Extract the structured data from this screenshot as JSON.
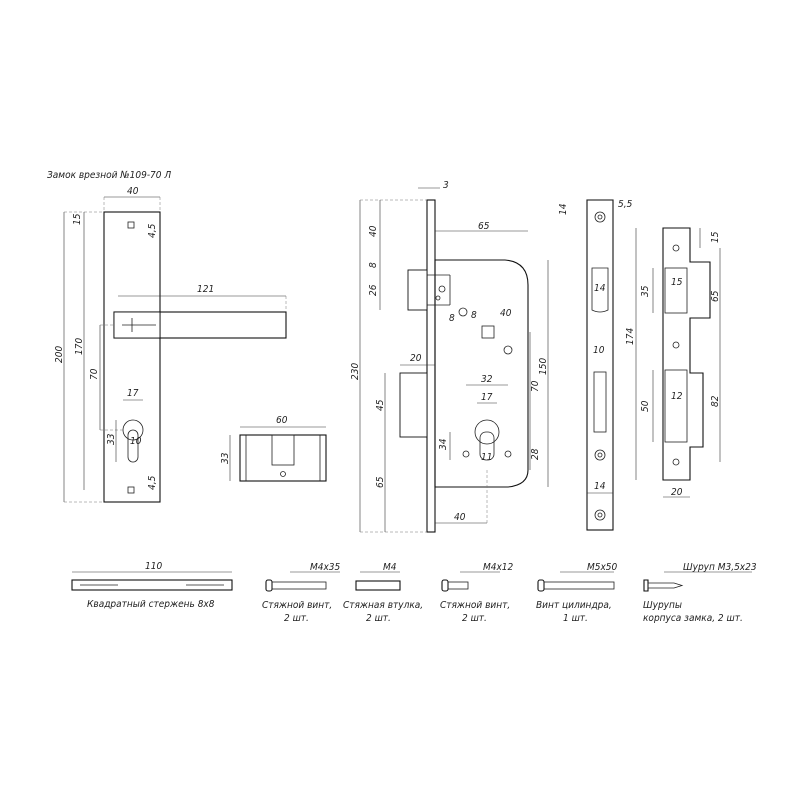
{
  "title": "Замок врезной №109-70 Л",
  "handle": {
    "width": "40",
    "top_offset": "15",
    "hole_small_top": "4,5",
    "lever_length": "121",
    "height": "200",
    "lever_to_key": "170",
    "lever_offset": "70",
    "key_width": "17",
    "key_height": "33",
    "key_slot": "10",
    "hole_small_bottom": "4,5"
  },
  "cylinder": {
    "length": "60",
    "height": "33"
  },
  "lock_body": {
    "faceplate_thickness": "3",
    "case_width": "65",
    "top_to_latch": "40",
    "latch_gap": "8",
    "latch_height": "26",
    "spindle_hole_1": "8",
    "spindle_hole_2": "8",
    "spindle_radius": "40",
    "bolt_width": "20",
    "total_height": "230",
    "bolt_height": "45",
    "cyl_spacing": "32",
    "cyl_width": "17",
    "body_height": "150",
    "centre_distance": "70",
    "cyl_h_offset": "34",
    "cyl_key": "11",
    "cyl_bottom": "28",
    "bottom_offset": "65",
    "backset": "40"
  },
  "faceplate": {
    "top_width": "14",
    "screw_dia": "5,5",
    "latch_width": "14",
    "bolt_slot": "10",
    "bottom_width": "14"
  },
  "strike": {
    "top_offset": "15",
    "latch_height": "35",
    "latch_width": "15",
    "latch_span": "65",
    "total_height": "174",
    "bolt_height": "50",
    "bolt_width": "12",
    "bolt_span": "82",
    "width": "20"
  },
  "accessories": [
    {
      "spec": "110",
      "caption_line1": "Квадратный стержень 8х8",
      "caption_line2": ""
    },
    {
      "spec": "М4х35",
      "caption_line1": "Стяжной винт,",
      "caption_line2": "2 шт."
    },
    {
      "spec": "М4",
      "caption_line1": "Стяжная втулка,",
      "caption_line2": "2 шт."
    },
    {
      "spec": "М4х12",
      "caption_line1": "Стяжной винт,",
      "caption_line2": "2 шт."
    },
    {
      "spec": "М5х50",
      "caption_line1": "Винт цилиндра,",
      "caption_line2": "1 шт."
    },
    {
      "spec": "Шуруп М3,5х23",
      "caption_line1": "Шурупы",
      "caption_line2": "корпуса замка, 2 шт."
    }
  ]
}
